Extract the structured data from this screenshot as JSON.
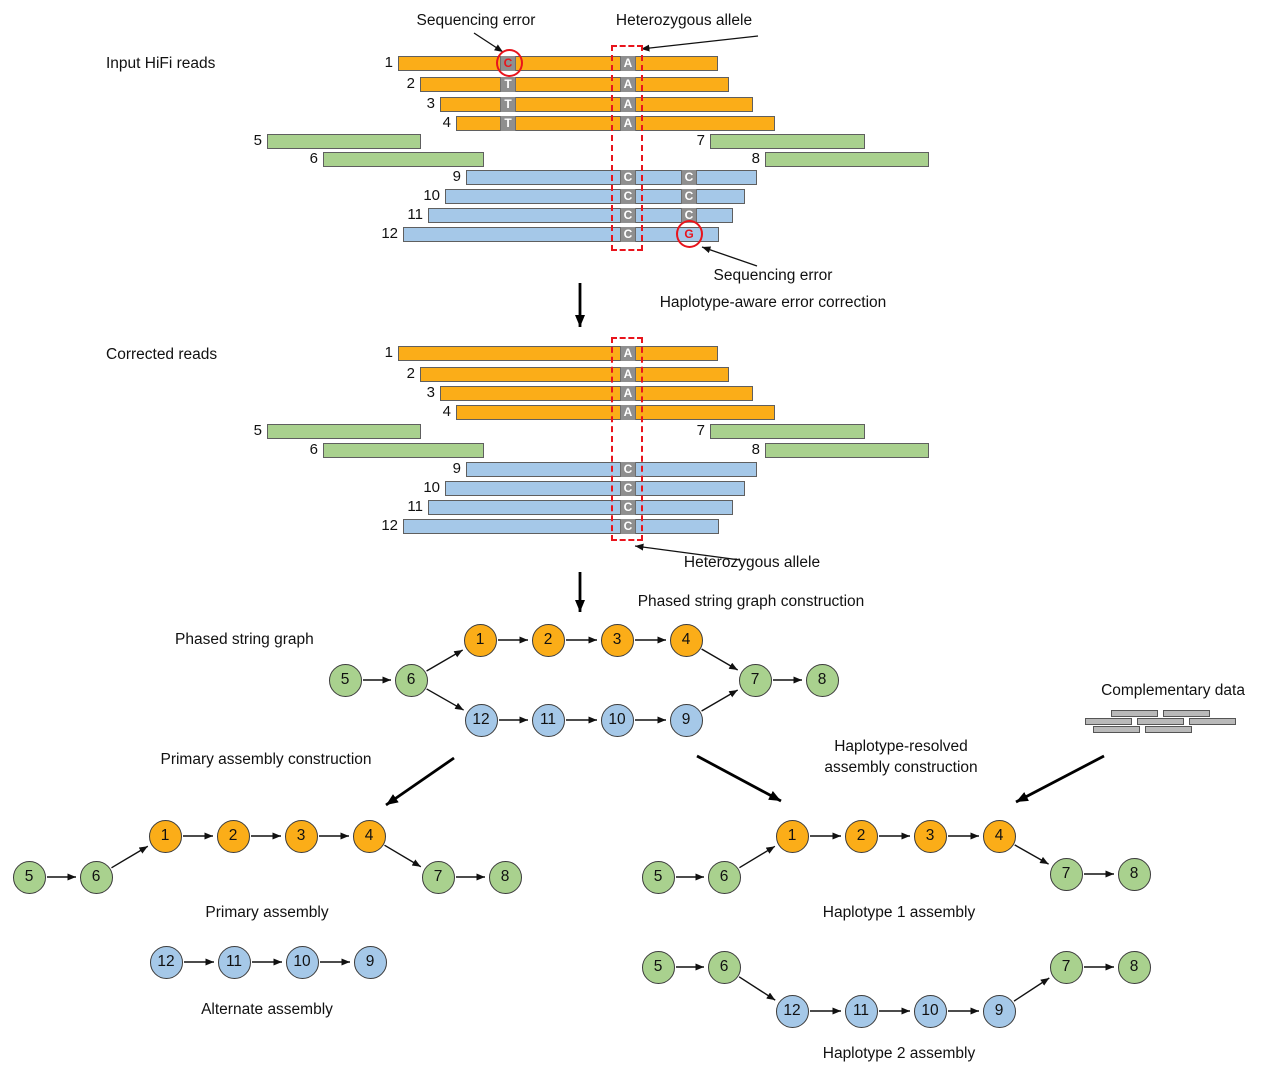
{
  "labels": {
    "input_title": "Input HiFi reads",
    "corrected_title": "Corrected reads",
    "seq_error_top": "Sequencing error",
    "het_allele_top": "Heterozygous allele",
    "seq_error_mid": "Sequencing error",
    "error_correction_step": "Haplotype-aware error correction",
    "het_allele_bottom": "Heterozygous allele",
    "graph_step": "Phased string graph construction",
    "graph_title": "Phased string graph",
    "primary_step": "Primary assembly construction",
    "hap_step_line1": "Haplotype-resolved",
    "hap_step_line2": "assembly construction",
    "complementary": "Complementary data",
    "primary_caption": "Primary assembly",
    "alternate_caption": "Alternate assembly",
    "hap1_caption": "Haplotype 1 assembly",
    "hap2_caption": "Haplotype 2 assembly"
  },
  "colors": {
    "orange": "#FBAD18",
    "green": "#A9D18E",
    "blue": "#A5C8E8",
    "marker_gray": "#8F8F8F",
    "error_red": "#E8141C",
    "comp_bar": "#B9B9B9"
  },
  "reads": {
    "input": [
      {
        "id": "1",
        "color": "orange",
        "markers": [
          {
            "col": "err",
            "base": "C",
            "style": "error-box"
          },
          {
            "col": "het",
            "base": "A",
            "style": ""
          }
        ]
      },
      {
        "id": "2",
        "color": "orange",
        "markers": [
          {
            "col": "err",
            "base": "T",
            "style": ""
          },
          {
            "col": "het",
            "base": "A",
            "style": ""
          }
        ]
      },
      {
        "id": "3",
        "color": "orange",
        "markers": [
          {
            "col": "err",
            "base": "T",
            "style": ""
          },
          {
            "col": "het",
            "base": "A",
            "style": ""
          }
        ]
      },
      {
        "id": "4",
        "color": "orange",
        "markers": [
          {
            "col": "err",
            "base": "T",
            "style": ""
          },
          {
            "col": "het",
            "base": "A",
            "style": ""
          }
        ]
      },
      {
        "id": "5",
        "color": "green",
        "markers": []
      },
      {
        "id": "6",
        "color": "green",
        "markers": []
      },
      {
        "id": "7",
        "color": "green",
        "markers": []
      },
      {
        "id": "8",
        "color": "green",
        "markers": []
      },
      {
        "id": "9",
        "color": "blue",
        "markers": [
          {
            "col": "het",
            "base": "C",
            "style": ""
          },
          {
            "col": "c2",
            "base": "C",
            "style": ""
          }
        ]
      },
      {
        "id": "10",
        "color": "blue",
        "markers": [
          {
            "col": "het",
            "base": "C",
            "style": ""
          },
          {
            "col": "c2",
            "base": "C",
            "style": ""
          }
        ]
      },
      {
        "id": "11",
        "color": "blue",
        "markers": [
          {
            "col": "het",
            "base": "C",
            "style": ""
          },
          {
            "col": "c2",
            "base": "C",
            "style": ""
          }
        ]
      },
      {
        "id": "12",
        "color": "blue",
        "markers": [
          {
            "col": "het",
            "base": "C",
            "style": ""
          },
          {
            "col": "c2",
            "base": "G",
            "style": "error-plain"
          }
        ]
      }
    ],
    "corrected": [
      {
        "id": "1",
        "color": "orange",
        "markers": [
          {
            "col": "het",
            "base": "A",
            "style": ""
          }
        ]
      },
      {
        "id": "2",
        "color": "orange",
        "markers": [
          {
            "col": "het",
            "base": "A",
            "style": ""
          }
        ]
      },
      {
        "id": "3",
        "color": "orange",
        "markers": [
          {
            "col": "het",
            "base": "A",
            "style": ""
          }
        ]
      },
      {
        "id": "4",
        "color": "orange",
        "markers": [
          {
            "col": "het",
            "base": "A",
            "style": ""
          }
        ]
      },
      {
        "id": "5",
        "color": "green",
        "markers": []
      },
      {
        "id": "6",
        "color": "green",
        "markers": []
      },
      {
        "id": "7",
        "color": "green",
        "markers": []
      },
      {
        "id": "8",
        "color": "green",
        "markers": []
      },
      {
        "id": "9",
        "color": "blue",
        "markers": [
          {
            "col": "het",
            "base": "C",
            "style": ""
          }
        ]
      },
      {
        "id": "10",
        "color": "blue",
        "markers": [
          {
            "col": "het",
            "base": "C",
            "style": ""
          }
        ]
      },
      {
        "id": "11",
        "color": "blue",
        "markers": [
          {
            "col": "het",
            "base": "C",
            "style": ""
          }
        ]
      },
      {
        "id": "12",
        "color": "blue",
        "markers": [
          {
            "col": "het",
            "base": "C",
            "style": ""
          }
        ]
      }
    ]
  },
  "graphs": {
    "phased": {
      "nodes": [
        {
          "id": "5",
          "color": "green"
        },
        {
          "id": "6",
          "color": "green"
        },
        {
          "id": "1",
          "color": "orange"
        },
        {
          "id": "2",
          "color": "orange"
        },
        {
          "id": "3",
          "color": "orange"
        },
        {
          "id": "4",
          "color": "orange"
        },
        {
          "id": "12",
          "color": "blue"
        },
        {
          "id": "11",
          "color": "blue"
        },
        {
          "id": "10",
          "color": "blue"
        },
        {
          "id": "9",
          "color": "blue"
        },
        {
          "id": "7",
          "color": "green"
        },
        {
          "id": "8",
          "color": "green"
        }
      ],
      "edges": [
        [
          "5",
          "6"
        ],
        [
          "6",
          "1"
        ],
        [
          "6",
          "12"
        ],
        [
          "1",
          "2"
        ],
        [
          "2",
          "3"
        ],
        [
          "3",
          "4"
        ],
        [
          "12",
          "11"
        ],
        [
          "11",
          "10"
        ],
        [
          "10",
          "9"
        ],
        [
          "4",
          "7"
        ],
        [
          "9",
          "7"
        ],
        [
          "7",
          "8"
        ]
      ]
    },
    "primary": {
      "nodes": [
        {
          "id": "5",
          "color": "green"
        },
        {
          "id": "6",
          "color": "green"
        },
        {
          "id": "1",
          "color": "orange"
        },
        {
          "id": "2",
          "color": "orange"
        },
        {
          "id": "3",
          "color": "orange"
        },
        {
          "id": "4",
          "color": "orange"
        },
        {
          "id": "7",
          "color": "green"
        },
        {
          "id": "8",
          "color": "green"
        }
      ],
      "edges": [
        [
          "5",
          "6"
        ],
        [
          "6",
          "1"
        ],
        [
          "1",
          "2"
        ],
        [
          "2",
          "3"
        ],
        [
          "3",
          "4"
        ],
        [
          "4",
          "7"
        ],
        [
          "7",
          "8"
        ]
      ]
    },
    "alternate": {
      "nodes": [
        {
          "id": "12",
          "color": "blue"
        },
        {
          "id": "11",
          "color": "blue"
        },
        {
          "id": "10",
          "color": "blue"
        },
        {
          "id": "9",
          "color": "blue"
        }
      ],
      "edges": [
        [
          "12",
          "11"
        ],
        [
          "11",
          "10"
        ],
        [
          "10",
          "9"
        ]
      ]
    },
    "hap1": {
      "nodes": [
        {
          "id": "5",
          "color": "green"
        },
        {
          "id": "6",
          "color": "green"
        },
        {
          "id": "1",
          "color": "orange"
        },
        {
          "id": "2",
          "color": "orange"
        },
        {
          "id": "3",
          "color": "orange"
        },
        {
          "id": "4",
          "color": "orange"
        },
        {
          "id": "7",
          "color": "green"
        },
        {
          "id": "8",
          "color": "green"
        }
      ],
      "edges": [
        [
          "5",
          "6"
        ],
        [
          "6",
          "1"
        ],
        [
          "1",
          "2"
        ],
        [
          "2",
          "3"
        ],
        [
          "3",
          "4"
        ],
        [
          "4",
          "7"
        ],
        [
          "7",
          "8"
        ]
      ]
    },
    "hap2": {
      "nodes": [
        {
          "id": "5",
          "color": "green"
        },
        {
          "id": "6",
          "color": "green"
        },
        {
          "id": "12",
          "color": "blue"
        },
        {
          "id": "11",
          "color": "blue"
        },
        {
          "id": "10",
          "color": "blue"
        },
        {
          "id": "9",
          "color": "blue"
        },
        {
          "id": "7",
          "color": "green"
        },
        {
          "id": "8",
          "color": "green"
        }
      ],
      "edges": [
        [
          "5",
          "6"
        ],
        [
          "6",
          "12"
        ],
        [
          "12",
          "11"
        ],
        [
          "11",
          "10"
        ],
        [
          "10",
          "9"
        ],
        [
          "9",
          "7"
        ],
        [
          "7",
          "8"
        ]
      ]
    }
  }
}
